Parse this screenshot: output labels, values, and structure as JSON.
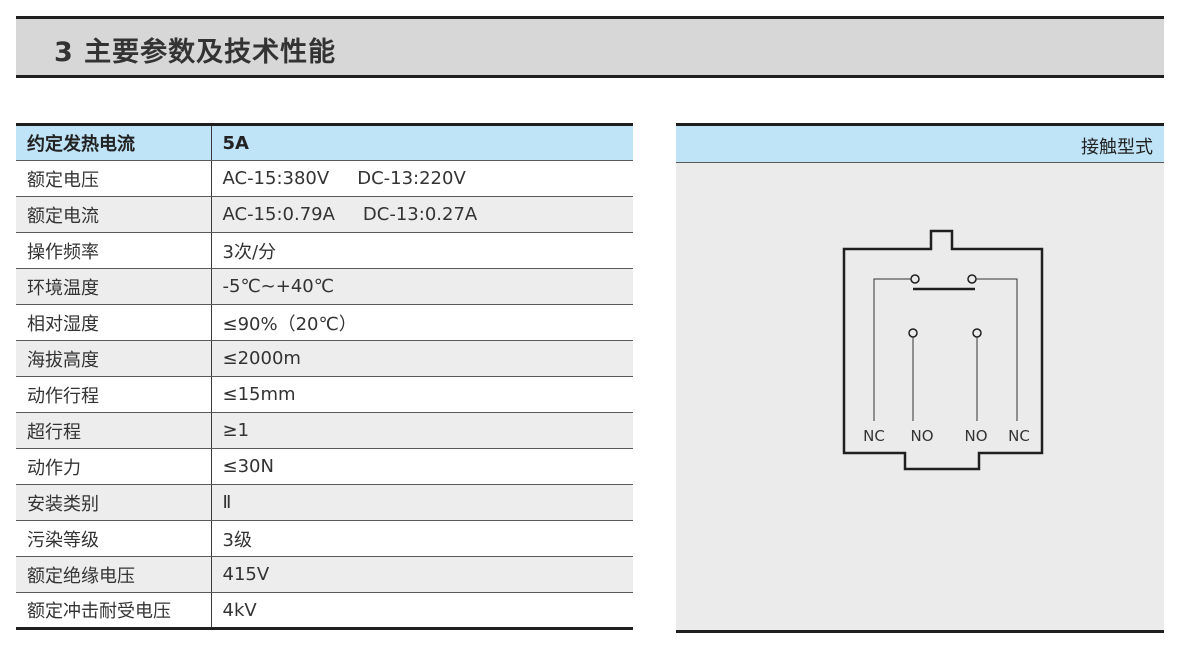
{
  "section": {
    "title": "3 主要参数及技术性能"
  },
  "params": {
    "header": {
      "label": "约定发热电流",
      "value": "5A"
    },
    "rows": [
      {
        "label": "额定电压",
        "value": "AC-15:380V",
        "value2": "DC-13:220V"
      },
      {
        "label": "额定电流",
        "value": "AC-15:0.79A",
        "value2": "DC-13:0.27A"
      },
      {
        "label": "操作频率",
        "value": "3次/分"
      },
      {
        "label": "环境温度",
        "value": "-5℃~+40℃"
      },
      {
        "label": "相对湿度",
        "value": "≤90%（20℃）"
      },
      {
        "label": "海拔高度",
        "value": "≤2000m"
      },
      {
        "label": "动作行程",
        "value": "≤15mm"
      },
      {
        "label": "超行程",
        "value": "≥1"
      },
      {
        "label": "动作力",
        "value": "≤30N"
      },
      {
        "label": "安装类别",
        "value": "Ⅱ"
      },
      {
        "label": "污染等级",
        "value": "3级"
      },
      {
        "label": "额定绝缘电压",
        "value": "415V"
      },
      {
        "label": "额定冲击耐受电压",
        "value": "4kV"
      }
    ]
  },
  "contact": {
    "title": "接触型式",
    "terminals": [
      "NC",
      "NO",
      "NO",
      "NC"
    ]
  },
  "colors": {
    "header_fill": "#bfe3f7",
    "row_alt_fill": "#ededed",
    "title_band": "#d7d7d7",
    "rule": "#1f1f1f"
  }
}
